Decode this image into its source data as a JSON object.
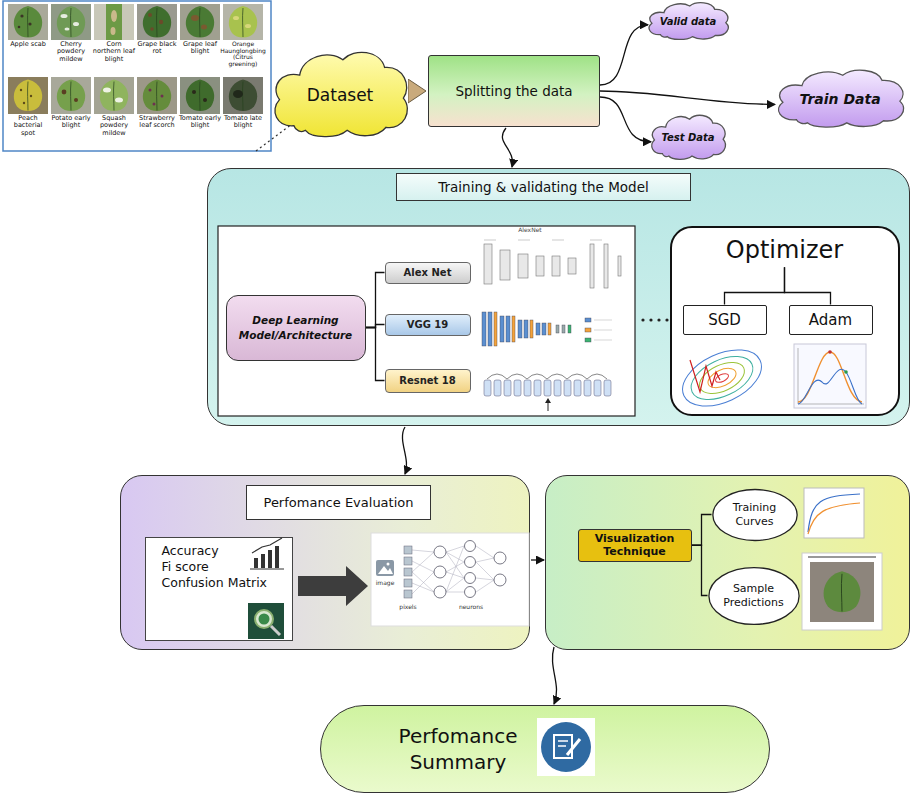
{
  "diagram": {
    "nodes": [
      {
        "text": [
          "Dataset"
        ]
      },
      {
        "text": [
          "Splitting the data"
        ]
      },
      {
        "text": [
          "Valid data"
        ]
      },
      {
        "text": [
          "Train Data"
        ]
      },
      {
        "text": [
          "Test Data"
        ]
      },
      {
        "text": [
          "Training & validating the Model"
        ]
      },
      {
        "text": [
          "Deep Learning Model/Architecture"
        ],
        "in": 5
      },
      {
        "text": [
          "Alex Net"
        ],
        "in": 5
      },
      {
        "text": [
          "VGG 19"
        ],
        "in": 5
      },
      {
        "text": [
          "Resnet 18"
        ],
        "in": 5
      },
      {
        "text": [
          "Optimizer"
        ],
        "in": 5
      },
      {
        "text": [
          "SGD"
        ],
        "in": 10
      },
      {
        "text": [
          "Adam"
        ],
        "in": 10
      },
      {
        "text": [
          "Perfomance Evaluation"
        ]
      },
      {
        "text": [
          "Accuracy",
          "Fi score",
          "Confusion Matrix"
        ],
        "in": 13
      },
      {
        "text": []
      },
      {
        "text": [
          "Visualization Technique"
        ],
        "in": 15
      },
      {
        "text": [
          "Training Curves"
        ],
        "in": 15
      },
      {
        "text": [
          "Sample Predictions"
        ],
        "in": 15
      },
      {
        "text": [
          "Perfomance Summary"
        ]
      }
    ],
    "edges": [
      {
        "from": 0,
        "to": 1,
        "arrow": "to"
      },
      {
        "from": 1,
        "to": 2,
        "arrow": "to"
      },
      {
        "from": 1,
        "to": 3,
        "arrow": "to"
      },
      {
        "from": 1,
        "to": 4,
        "arrow": "to"
      },
      {
        "from": 1,
        "to": 5,
        "arrow": "to"
      },
      {
        "from": 6,
        "to": 7,
        "arrow": "none"
      },
      {
        "from": 6,
        "to": 8,
        "arrow": "none"
      },
      {
        "from": 6,
        "to": 9,
        "arrow": "none"
      },
      {
        "from": 10,
        "to": 11,
        "arrow": "none"
      },
      {
        "from": 10,
        "to": 12,
        "arrow": "none"
      },
      {
        "from": 5,
        "to": 13,
        "arrow": "to"
      },
      {
        "from": 13,
        "to": 15,
        "arrow": "to"
      },
      {
        "from": 16,
        "to": 17,
        "arrow": "none"
      },
      {
        "from": 16,
        "to": 18,
        "arrow": "none"
      },
      {
        "from": 15,
        "to": 19,
        "arrow": "to"
      }
    ],
    "labels": [
      "Apple scab",
      "Cherry powdery mildew",
      "Corn northern leaf blight",
      "Grape black rot",
      "Grape leaf blight",
      "Orange Haunglongbing (Citrus greening)",
      "Peach bacterial spot",
      "Potato early blight",
      "Squash powdery mildew",
      "Strawberry leaf scorch",
      "Tomato early blight",
      "Tomato late blight",
      "AlexNet",
      "image",
      "pixels",
      "neurons"
    ]
  }
}
